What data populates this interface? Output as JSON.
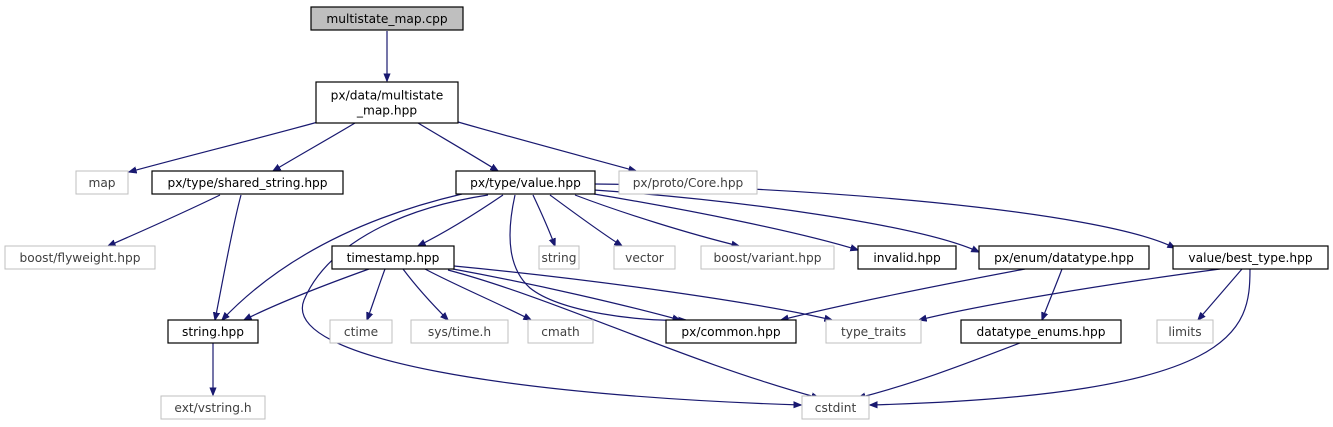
{
  "nodes": [
    {
      "id": "multistate_map_cpp",
      "lines": [
        "multistate_map.cpp"
      ],
      "kind": "root"
    },
    {
      "id": "multistate_map_hpp",
      "lines": [
        "px/data/multistate",
        "_map.hpp"
      ],
      "kind": "local"
    },
    {
      "id": "map",
      "lines": [
        "map"
      ],
      "kind": "external"
    },
    {
      "id": "shared_string_hpp",
      "lines": [
        "px/type/shared_string.hpp"
      ],
      "kind": "local"
    },
    {
      "id": "value_hpp",
      "lines": [
        "px/type/value.hpp"
      ],
      "kind": "local"
    },
    {
      "id": "core_hpp",
      "lines": [
        "px/proto/Core.hpp"
      ],
      "kind": "external"
    },
    {
      "id": "boost_flyweight",
      "lines": [
        "boost/flyweight.hpp"
      ],
      "kind": "external"
    },
    {
      "id": "timestamp_hpp",
      "lines": [
        "timestamp.hpp"
      ],
      "kind": "local"
    },
    {
      "id": "string",
      "lines": [
        "string"
      ],
      "kind": "external"
    },
    {
      "id": "vector",
      "lines": [
        "vector"
      ],
      "kind": "external"
    },
    {
      "id": "boost_variant",
      "lines": [
        "boost/variant.hpp"
      ],
      "kind": "external"
    },
    {
      "id": "invalid_hpp",
      "lines": [
        "invalid.hpp"
      ],
      "kind": "local"
    },
    {
      "id": "datatype_hpp",
      "lines": [
        "px/enum/datatype.hpp"
      ],
      "kind": "local"
    },
    {
      "id": "best_type_hpp",
      "lines": [
        "value/best_type.hpp"
      ],
      "kind": "local"
    },
    {
      "id": "string_hpp",
      "lines": [
        "string.hpp"
      ],
      "kind": "local"
    },
    {
      "id": "ctime",
      "lines": [
        "ctime"
      ],
      "kind": "external"
    },
    {
      "id": "sys_time",
      "lines": [
        "sys/time.h"
      ],
      "kind": "external"
    },
    {
      "id": "cmath",
      "lines": [
        "cmath"
      ],
      "kind": "external"
    },
    {
      "id": "common_hpp",
      "lines": [
        "px/common.hpp"
      ],
      "kind": "local"
    },
    {
      "id": "type_traits",
      "lines": [
        "type_traits"
      ],
      "kind": "external"
    },
    {
      "id": "datatype_enums",
      "lines": [
        "datatype_enums.hpp"
      ],
      "kind": "local"
    },
    {
      "id": "limits",
      "lines": [
        "limits"
      ],
      "kind": "external"
    },
    {
      "id": "ext_vstring",
      "lines": [
        "ext/vstring.h"
      ],
      "kind": "external"
    },
    {
      "id": "cstdint",
      "lines": [
        "cstdint"
      ],
      "kind": "external"
    }
  ],
  "edges": [
    {
      "from": "multistate_map_cpp",
      "to": "multistate_map_hpp"
    },
    {
      "from": "multistate_map_hpp",
      "to": "map"
    },
    {
      "from": "multistate_map_hpp",
      "to": "shared_string_hpp"
    },
    {
      "from": "multistate_map_hpp",
      "to": "value_hpp"
    },
    {
      "from": "multistate_map_hpp",
      "to": "core_hpp"
    },
    {
      "from": "shared_string_hpp",
      "to": "boost_flyweight"
    },
    {
      "from": "shared_string_hpp",
      "to": "string_hpp"
    },
    {
      "from": "value_hpp",
      "to": "string_hpp"
    },
    {
      "from": "value_hpp",
      "to": "timestamp_hpp"
    },
    {
      "from": "value_hpp",
      "to": "cstdint"
    },
    {
      "from": "value_hpp",
      "to": "common_hpp"
    },
    {
      "from": "value_hpp",
      "to": "string"
    },
    {
      "from": "value_hpp",
      "to": "vector"
    },
    {
      "from": "value_hpp",
      "to": "boost_variant"
    },
    {
      "from": "value_hpp",
      "to": "invalid_hpp"
    },
    {
      "from": "value_hpp",
      "to": "datatype_hpp"
    },
    {
      "from": "value_hpp",
      "to": "best_type_hpp"
    },
    {
      "from": "timestamp_hpp",
      "to": "string_hpp"
    },
    {
      "from": "timestamp_hpp",
      "to": "ctime"
    },
    {
      "from": "timestamp_hpp",
      "to": "sys_time"
    },
    {
      "from": "timestamp_hpp",
      "to": "cmath"
    },
    {
      "from": "timestamp_hpp",
      "to": "common_hpp"
    },
    {
      "from": "timestamp_hpp",
      "to": "type_traits"
    },
    {
      "from": "timestamp_hpp",
      "to": "cstdint"
    },
    {
      "from": "datatype_hpp",
      "to": "common_hpp"
    },
    {
      "from": "datatype_hpp",
      "to": "datatype_enums"
    },
    {
      "from": "best_type_hpp",
      "to": "type_traits"
    },
    {
      "from": "best_type_hpp",
      "to": "limits"
    },
    {
      "from": "best_type_hpp",
      "to": "cstdint"
    },
    {
      "from": "string_hpp",
      "to": "ext_vstring"
    },
    {
      "from": "datatype_enums",
      "to": "cstdint"
    }
  ],
  "colors": {
    "edge": "#191970",
    "root_fill": "#bfbfbf",
    "local_border": "#000000",
    "external_border": "#bfbfbf"
  }
}
